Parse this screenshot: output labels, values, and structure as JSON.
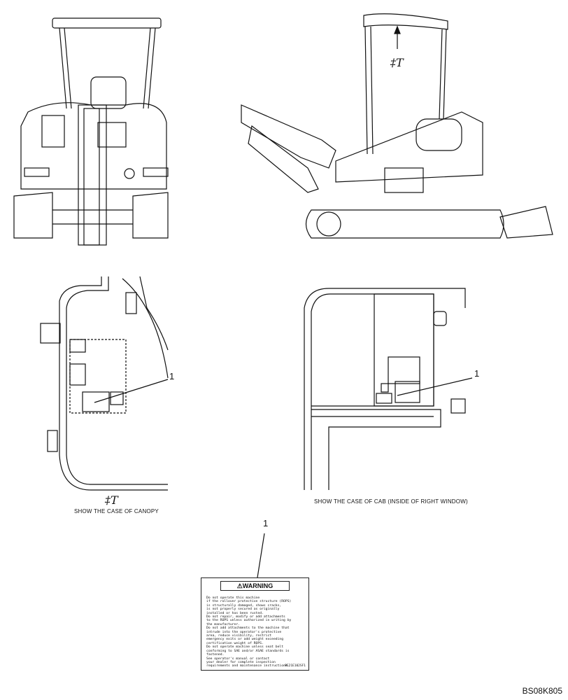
{
  "diagram": {
    "callout_view_label": "‡T",
    "callout_canopy_label": "‡T",
    "canopy_caption": "SHOW THE CASE OF CANOPY",
    "cab_caption": "SHOW THE CASE OF CAB (INSIDE OF RIGHT WINDOW)",
    "item_number_canopy": "1",
    "item_number_cab": "1",
    "item_number_decal": "1",
    "drawing_code": "BS08K805"
  },
  "decal": {
    "heading": "⚠WARNING",
    "lines": [
      "Do not operate this machine",
      "if the rollover protective structure (ROPS)",
      "is structurally damaged, shows cracks,",
      "is not properly secured as originally",
      "installed or has been rusted.",
      "Do not repair, modify or add attachments",
      "to the ROPS unless authorized in writing by",
      "the manufacturer.",
      "Do not add attachments to the machine that",
      "intrude into the operator's protective",
      "area, reduce visibility, restrict",
      "emergency exits or add weight exceeding",
      "certification weight of ROPS.",
      "Do not operate machine unless seat belt",
      "conforming to SAE and/or ASAE standards is",
      "fastened.",
      "See operator's manual or contact",
      "your dealer for complete inspection",
      "requirements and maintenance instructions."
    ],
    "part_code": "PE21E102SF1"
  }
}
